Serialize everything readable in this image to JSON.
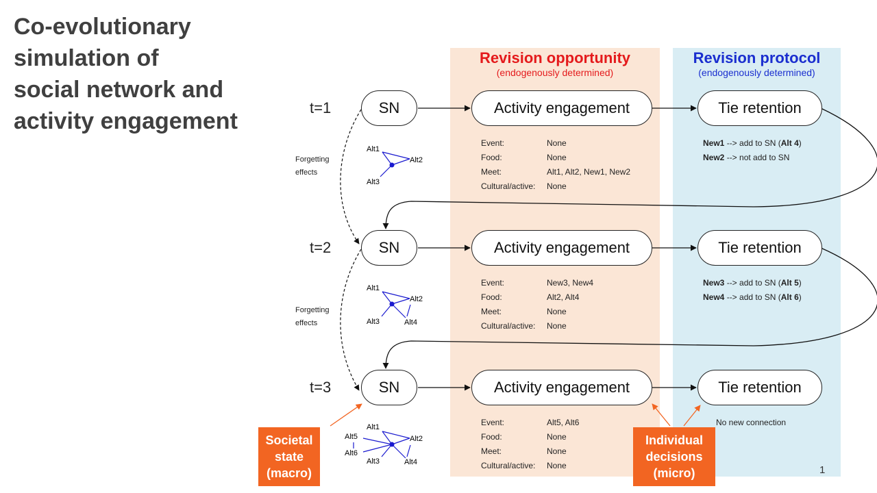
{
  "title_lines": [
    "Co-evolutionary",
    "simulation of",
    "social network and",
    "activity engagement"
  ],
  "panels": {
    "opportunity": {
      "heading": "Revision opportunity",
      "subheading": "(endogenously determined)",
      "color": "#e41a1c",
      "bg": "#fbe6d6"
    },
    "protocol": {
      "heading": "Revision protocol",
      "subheading": "(endogenously determined)",
      "color": "#1a2ecf",
      "bg": "#d9edf4"
    }
  },
  "node_labels": {
    "sn": "SN",
    "activity": "Activity engagement",
    "tie": "Tie retention"
  },
  "forgetting_label": [
    "Forgetting",
    "effects"
  ],
  "steps": [
    {
      "t": "t=1",
      "network_nodes": [
        "Alt1",
        "Alt2",
        "Alt3"
      ],
      "activities": [
        {
          "key": "Event:",
          "value": "None"
        },
        {
          "key": "Food:",
          "value": "None"
        },
        {
          "key": "Meet:",
          "value": "Alt1, Alt2, New1, New2"
        },
        {
          "key": "Cultural/active:",
          "value": "None"
        }
      ],
      "ties": [
        {
          "who": "New1",
          "arrow": " --> add to SN (",
          "alt": "Alt 4",
          "close": ")"
        },
        {
          "who": "New2",
          "arrow": " --> not add to SN",
          "alt": "",
          "close": ""
        }
      ]
    },
    {
      "t": "t=2",
      "network_nodes": [
        "Alt1",
        "Alt2",
        "Alt3",
        "Alt4"
      ],
      "activities": [
        {
          "key": "Event:",
          "value": "New3, New4"
        },
        {
          "key": "Food:",
          "value": "Alt2, Alt4"
        },
        {
          "key": "Meet:",
          "value": "None"
        },
        {
          "key": "Cultural/active:",
          "value": "None"
        }
      ],
      "ties": [
        {
          "who": "New3",
          "arrow": " -->  add to SN (",
          "alt": "Alt 5",
          "close": ")"
        },
        {
          "who": "New4",
          "arrow": " --> add to SN (",
          "alt": "Alt 6",
          "close": ")"
        }
      ]
    },
    {
      "t": "t=3",
      "network_nodes": [
        "Alt1",
        "Alt2",
        "Alt3",
        "Alt4",
        "Alt5",
        "Alt6"
      ],
      "activities": [
        {
          "key": "Event:",
          "value": "Alt5, Alt6"
        },
        {
          "key": "Food:",
          "value": "None"
        },
        {
          "key": "Meet:",
          "value": "None"
        },
        {
          "key": "Cultural/active:",
          "value": "None"
        }
      ],
      "ties": [
        {
          "who": "",
          "arrow": "No new connection",
          "alt": "",
          "close": ""
        }
      ]
    }
  ],
  "callouts": {
    "macro": [
      "Societal",
      "state",
      "(macro)"
    ],
    "micro": [
      "Individual",
      "decisions",
      "(micro)"
    ],
    "color": "#f26522"
  },
  "page_number": "1"
}
